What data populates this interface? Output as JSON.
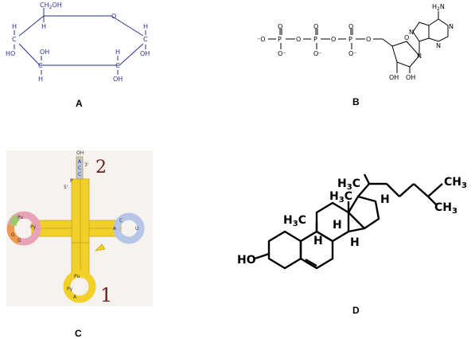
{
  "panels": {
    "a": {
      "label": "A",
      "ring_oxygen": "O",
      "ch2oh": "CH",
      "ch2oh_sub": "2",
      "ch2oh_end": "OH",
      "h": "H",
      "c": "C",
      "oh": "OH",
      "ho": "HO",
      "color": "#2b2f8f"
    },
    "b": {
      "label": "B",
      "amine": "H",
      "amine_sub": "2",
      "amine_n": "N",
      "n": "N",
      "p": "P",
      "o": "O",
      "o_minus": "O⁻",
      "minus_o": "⁻O",
      "oh": "OH"
    },
    "c": {
      "label": "C",
      "oh": "OH",
      "three_prime": "3'",
      "five_prime": "5'",
      "p": "P",
      "marker_2": "2",
      "marker_1": "1",
      "base_labels": [
        "A",
        "C",
        "C",
        "Pu",
        "Py",
        "G",
        "G",
        "U",
        "C",
        "A",
        "Pu",
        "Py",
        "A"
      ],
      "colors": {
        "yellow": "#f2d02a",
        "pink": "#e9a3b8",
        "blue": "#b6c5e8",
        "orange": "#f09a4a",
        "green": "#9ec96a",
        "marker": "#6b2020"
      }
    },
    "d": {
      "label": "D",
      "h3c": "H",
      "h3c_sub": "3",
      "h3c_end": "C",
      "ch3": "CH",
      "ch3_sub": "3",
      "h": "H",
      "ho": "HO"
    }
  }
}
